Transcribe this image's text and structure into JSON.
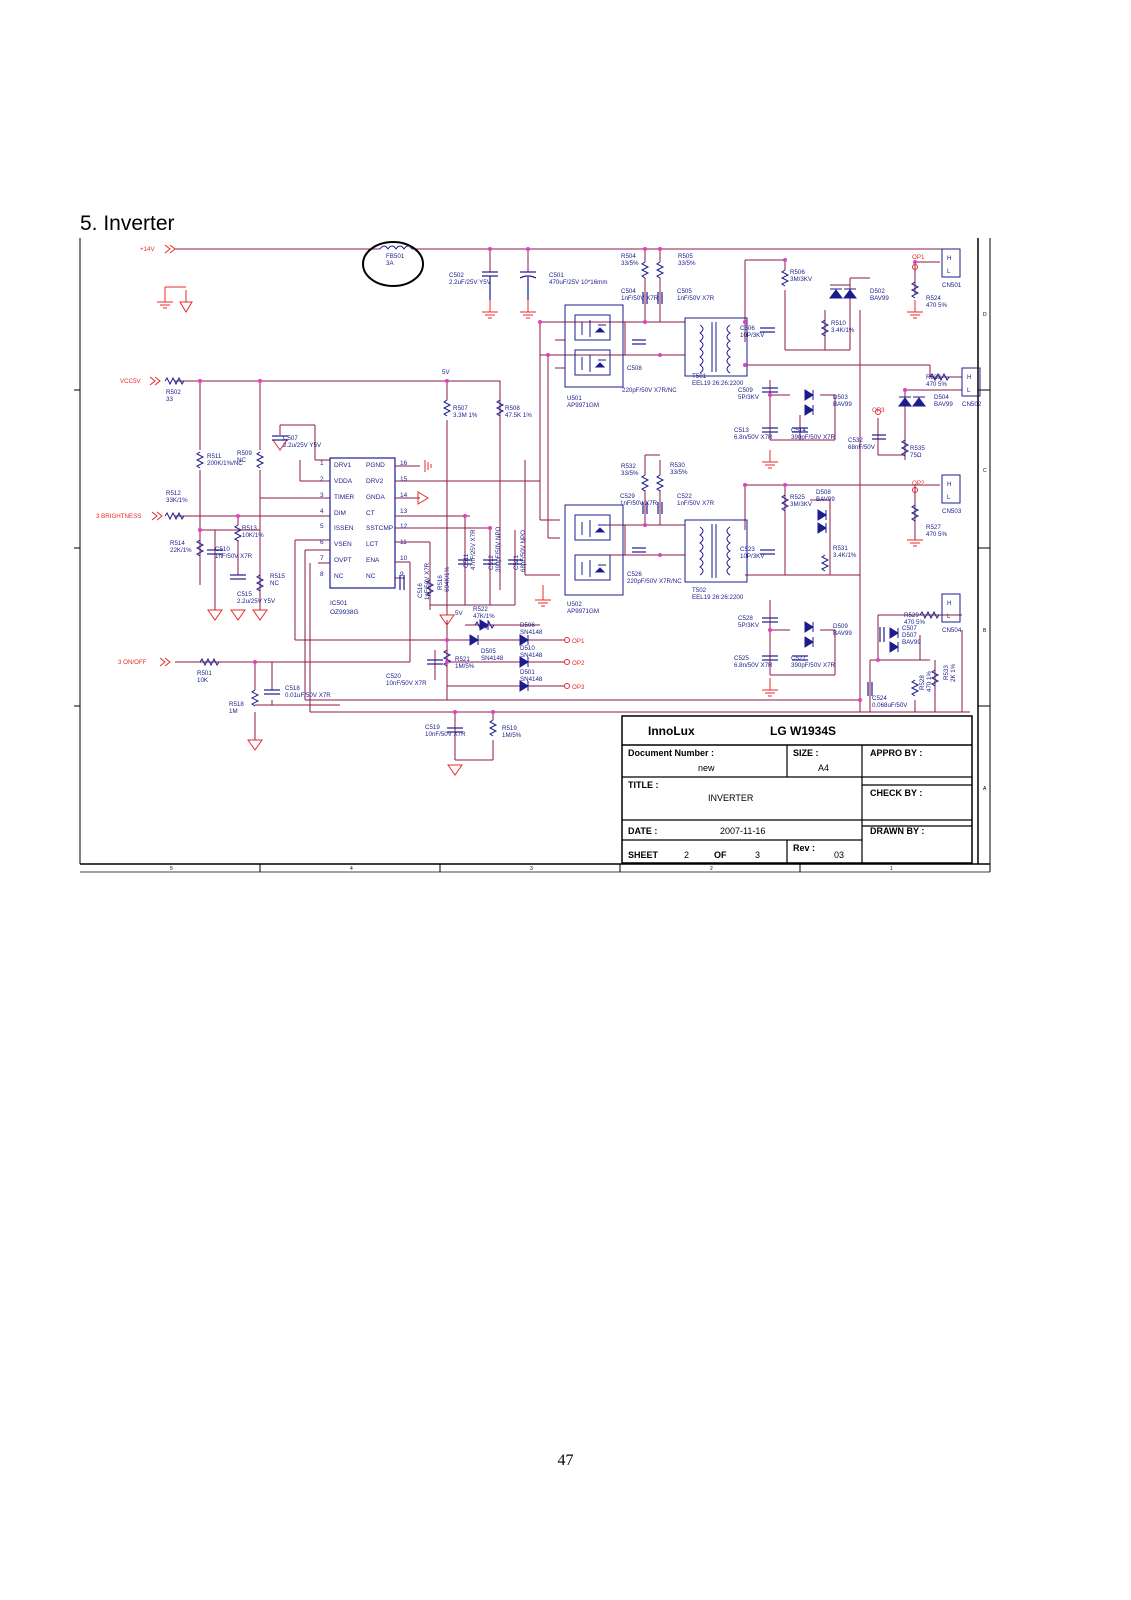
{
  "page": {
    "section_title": "5. Inverter",
    "page_number": "47"
  },
  "title_block": {
    "company": "InnoLux",
    "model": "LG  W1934S",
    "document_number_label": "Document Number :",
    "document_number": "new",
    "size_label": "SIZE :",
    "size": "A4",
    "appro_by_label": "APPRO BY :",
    "title_label": "TITLE :",
    "title": "INVERTER",
    "check_by_label": "CHECK BY :",
    "date_label": "DATE :",
    "date": "2007-11-16",
    "drawn_by_label": "DRAWN BY :",
    "sheet_label": "SHEET",
    "sheet": "2",
    "of_label": "OF",
    "sheet_total": "3",
    "rev_label": "Rev :",
    "rev": "03"
  },
  "nets": {
    "plus14v": "+14V",
    "vcc5v": "VCC5V",
    "brightness": "3 BRIGHTNESS",
    "onoff": "3  ON/OFF",
    "v5": "5V",
    "v5b": "5V"
  },
  "ic501": {
    "ref": "IC501",
    "part": "OZ9938G",
    "left_pins": [
      {
        "num": "1",
        "name": "DRV1"
      },
      {
        "num": "2",
        "name": "VDDA"
      },
      {
        "num": "3",
        "name": "TIMER"
      },
      {
        "num": "4",
        "name": "DIM"
      },
      {
        "num": "5",
        "name": "ISSEN"
      },
      {
        "num": "6",
        "name": "VSEN"
      },
      {
        "num": "7",
        "name": "OVPT"
      },
      {
        "num": "8",
        "name": "NC"
      }
    ],
    "right_pins": [
      {
        "num": "16",
        "name": "PGND"
      },
      {
        "num": "15",
        "name": "DRV2"
      },
      {
        "num": "14",
        "name": "GNDA"
      },
      {
        "num": "13",
        "name": "CT"
      },
      {
        "num": "12",
        "name": "SSTCMP"
      },
      {
        "num": "11",
        "name": "LCT"
      },
      {
        "num": "10",
        "name": "ENA"
      },
      {
        "num": "9",
        "name": "NC"
      }
    ]
  },
  "components": [
    {
      "id": "fb501",
      "ref": "FB501",
      "value": "3A"
    },
    {
      "id": "c502",
      "ref": "C502",
      "value": "2.2uF/25V Y5V"
    },
    {
      "id": "c501",
      "ref": "C501",
      "value": "470uF/25V 10*16mm"
    },
    {
      "id": "r504",
      "ref": "R504",
      "value": "33/5%"
    },
    {
      "id": "r505",
      "ref": "R505",
      "value": "33/5%"
    },
    {
      "id": "c504",
      "ref": "C504",
      "value": "1nF/50V X7R"
    },
    {
      "id": "c505",
      "ref": "C505",
      "value": "1nF/50V X7R"
    },
    {
      "id": "r506",
      "ref": "R506",
      "value": "3M/3KV"
    },
    {
      "id": "d502",
      "ref": "D502",
      "value": "BAV99"
    },
    {
      "id": "r524",
      "ref": "R524",
      "value": "470 5%"
    },
    {
      "id": "r510",
      "ref": "R510",
      "value": "3.4K/1%"
    },
    {
      "id": "c506",
      "ref": "C506",
      "value": "10P/3KV"
    },
    {
      "id": "c508",
      "ref": "C508",
      "value": ""
    },
    {
      "id": "t501",
      "ref": "T501",
      "value": "EEL19 26:26:2200"
    },
    {
      "id": "c503",
      "ref": "",
      "value": "220pF/50V X7R/NC"
    },
    {
      "id": "u501",
      "ref": "U501",
      "value": "AP9971GM"
    },
    {
      "id": "r523",
      "ref": "R523",
      "value": "470 5%"
    },
    {
      "id": "c509",
      "ref": "C509",
      "value": "5P/3KV"
    },
    {
      "id": "d503",
      "ref": "D503",
      "value": "BAV99"
    },
    {
      "id": "d504",
      "ref": "D504",
      "value": "BAV99"
    },
    {
      "id": "c513",
      "ref": "C513",
      "value": "6.8n/50V X7R"
    },
    {
      "id": "c514",
      "ref": "C514",
      "value": "390pF/50V X7R"
    },
    {
      "id": "c532",
      "ref": "C532",
      "value": "68nF/50V"
    },
    {
      "id": "r535",
      "ref": "R535",
      "value": "75Ω"
    },
    {
      "id": "r502",
      "ref": "R502",
      "value": "33"
    },
    {
      "id": "r507",
      "ref": "R507",
      "value": "3.3M 1%"
    },
    {
      "id": "r508",
      "ref": "R508",
      "value": "47.5K 1%"
    },
    {
      "id": "c507",
      "ref": "C507",
      "value": "2.2u/25V Y5V"
    },
    {
      "id": "r511",
      "ref": "R511",
      "value": "200K/1%/NC"
    },
    {
      "id": "r509",
      "ref": "R509",
      "value": "NC"
    },
    {
      "id": "r512",
      "ref": "R512",
      "value": "33K/1%"
    },
    {
      "id": "r513",
      "ref": "R513",
      "value": "10K/1%"
    },
    {
      "id": "r514",
      "ref": "R514",
      "value": "22K/1%"
    },
    {
      "id": "c510",
      "ref": "C510",
      "value": "1nF/50V X7R"
    },
    {
      "id": "r515",
      "ref": "R515",
      "value": "NC"
    },
    {
      "id": "c515",
      "ref": "C515",
      "value": "2.2u/25V Y5V"
    },
    {
      "id": "c516",
      "ref": "C516",
      "value": "1nF/50V X7R"
    },
    {
      "id": "r516",
      "ref": "R516",
      "value": "604K/1%"
    },
    {
      "id": "c511",
      "ref": "C511",
      "value": "47nF/25V X7R"
    },
    {
      "id": "c512",
      "ref": "C512",
      "value": "390pF/50V NPO"
    },
    {
      "id": "c521",
      "ref": "C521",
      "value": "68pF/50V NPO"
    },
    {
      "id": "r532",
      "ref": "R532",
      "value": "33/5%"
    },
    {
      "id": "r530",
      "ref": "R530",
      "value": "33/5%"
    },
    {
      "id": "c529",
      "ref": "C529",
      "value": "1nF/50V X7R"
    },
    {
      "id": "c522",
      "ref": "C522",
      "value": "1nF/50V X7R"
    },
    {
      "id": "r525",
      "ref": "R525",
      "value": "3M/3KV"
    },
    {
      "id": "d508",
      "ref": "D508",
      "value": "BAV99"
    },
    {
      "id": "r527",
      "ref": "R527",
      "value": "470 5%"
    },
    {
      "id": "r531",
      "ref": "R531",
      "value": "3.4K/1%"
    },
    {
      "id": "c523",
      "ref": "C523",
      "value": "10P/3KV"
    },
    {
      "id": "c526",
      "ref": "C526",
      "value": "220pF/50V X7R/NC"
    },
    {
      "id": "t502",
      "ref": "T502",
      "value": "EEL19 26:26:2200"
    },
    {
      "id": "u502",
      "ref": "U502",
      "value": "AP9971GM"
    },
    {
      "id": "c528",
      "ref": "C528",
      "value": "5P/3KV"
    },
    {
      "id": "d509",
      "ref": "D509",
      "value": "BAV99"
    },
    {
      "id": "r529",
      "ref": "R529",
      "value": "470 5%"
    },
    {
      "id": "c507b",
      "ref": "C507",
      "value": ""
    },
    {
      "id": "d507",
      "ref": "D507",
      "value": "BAV99"
    },
    {
      "id": "c525",
      "ref": "C525",
      "value": "6.8n/50V X7R"
    },
    {
      "id": "c527",
      "ref": "C527",
      "value": "390pF/50V X7R"
    },
    {
      "id": "r522",
      "ref": "R522",
      "value": "47K/1%"
    },
    {
      "id": "d506",
      "ref": "D506",
      "value": "SN4148"
    },
    {
      "id": "d505",
      "ref": "D505",
      "value": "SN4148"
    },
    {
      "id": "r521",
      "ref": "R521",
      "value": "1M/5%"
    },
    {
      "id": "d510",
      "ref": "D510",
      "value": "SN4148"
    },
    {
      "id": "d501",
      "ref": "D501",
      "value": "SN4148"
    },
    {
      "id": "c520",
      "ref": "C520",
      "value": "10nF/50V X7R"
    },
    {
      "id": "r501",
      "ref": "R501",
      "value": "10K"
    },
    {
      "id": "r518",
      "ref": "R518",
      "value": "1M"
    },
    {
      "id": "c518",
      "ref": "C518",
      "value": "0.01uF/50V X7R"
    },
    {
      "id": "c519",
      "ref": "C519",
      "value": "10nF/50V X7R"
    },
    {
      "id": "r519",
      "ref": "R519",
      "value": "1M/5%"
    },
    {
      "id": "c524",
      "ref": "C524",
      "value": "0.068uF/50V"
    },
    {
      "id": "r528",
      "ref": "R528",
      "value": "470 1%"
    },
    {
      "id": "r533",
      "ref": "R533",
      "value": "2K 1%"
    }
  ],
  "connectors": [
    {
      "ref": "CN501",
      "op": "OP1",
      "h": "H",
      "l": "L"
    },
    {
      "ref": "CN502",
      "op": "",
      "h": "H",
      "l": "L"
    },
    {
      "ref": "CN503",
      "op": "OP2",
      "h": "H",
      "l": "L"
    },
    {
      "ref": "CN504",
      "op": "",
      "h": "H",
      "l": "L"
    }
  ],
  "op_labels": [
    "OP1",
    "OP2",
    "OP3",
    "OP3"
  ],
  "frame": {
    "bottom_markers": [
      "5",
      "4",
      "3",
      "2",
      "1"
    ],
    "right_markers": [
      "D",
      "C",
      "B",
      "A"
    ]
  },
  "colors": {
    "wire": "#8b1a4a",
    "net_label": "#e8292b",
    "text": "#1c1c8c",
    "junction": "#e040c0"
  }
}
